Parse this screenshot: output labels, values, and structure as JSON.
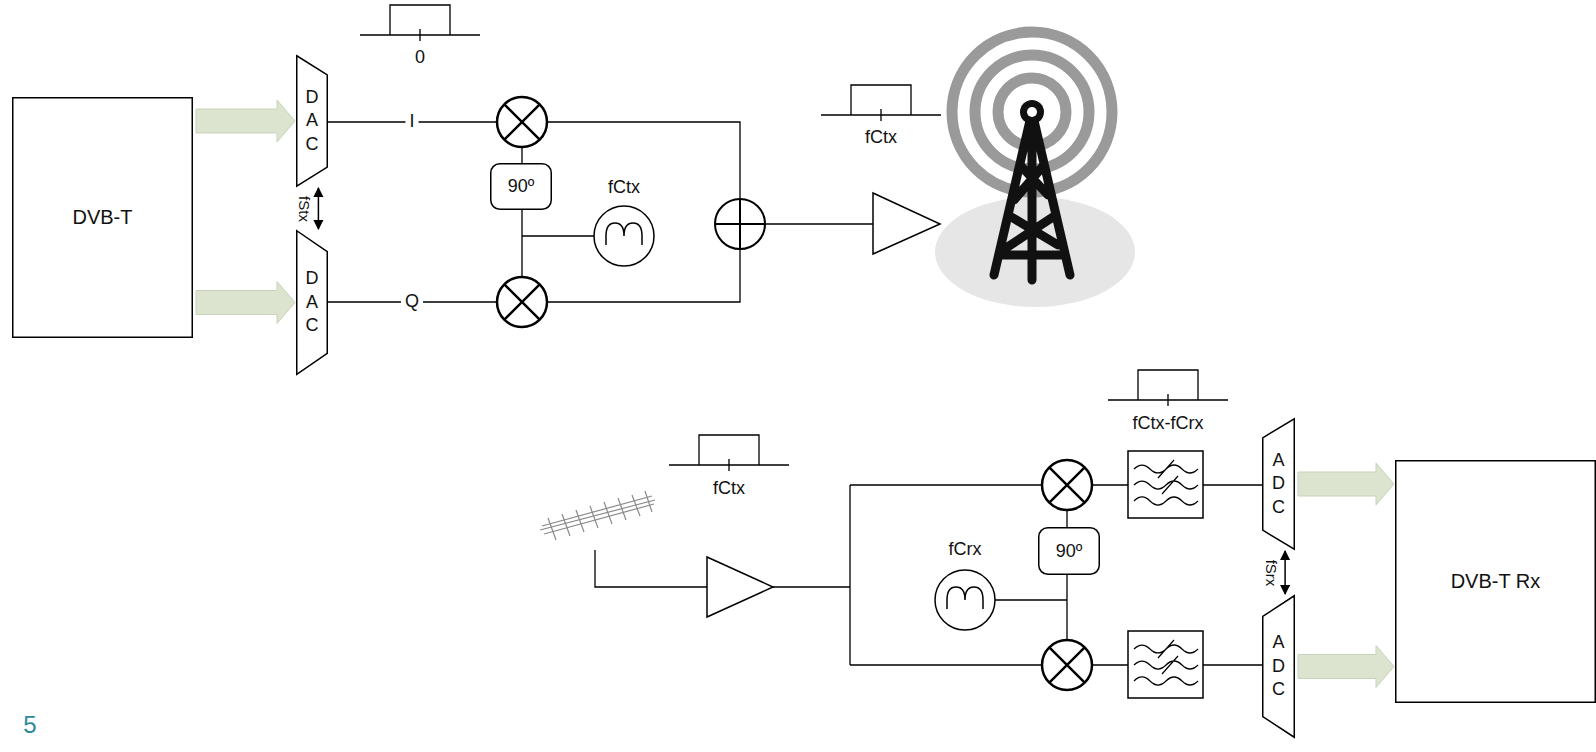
{
  "diagram": {
    "nodes": [
      {
        "text": [
          "DVB-T"
        ]
      },
      {
        "text": [
          "D A C"
        ]
      },
      {
        "text": [
          "D A C"
        ]
      },
      {
        "text": [
          "90º"
        ]
      },
      {
        "text": [
          "90º"
        ]
      },
      {
        "text": [
          "A D C"
        ]
      },
      {
        "text": [
          "A D C"
        ]
      },
      {
        "text": [
          "DVB-T Rx"
        ]
      }
    ],
    "edges": [
      {
        "from": 0,
        "to": 1,
        "arrow": "to"
      },
      {
        "from": 0,
        "to": 2,
        "arrow": "to"
      },
      {
        "from": 1,
        "to": 2,
        "label": "fStx",
        "arrow": "both"
      },
      {
        "from": 5,
        "to": 7,
        "arrow": "to"
      },
      {
        "from": 6,
        "to": 7,
        "arrow": "to"
      },
      {
        "from": 5,
        "to": 6,
        "label": "fSrx",
        "arrow": "both"
      }
    ],
    "labels": [
      "0",
      "I",
      "Q",
      "fCtx",
      "fCtx",
      "fCtx",
      "fCrx",
      "fCtx-fCrx",
      "5"
    ]
  }
}
